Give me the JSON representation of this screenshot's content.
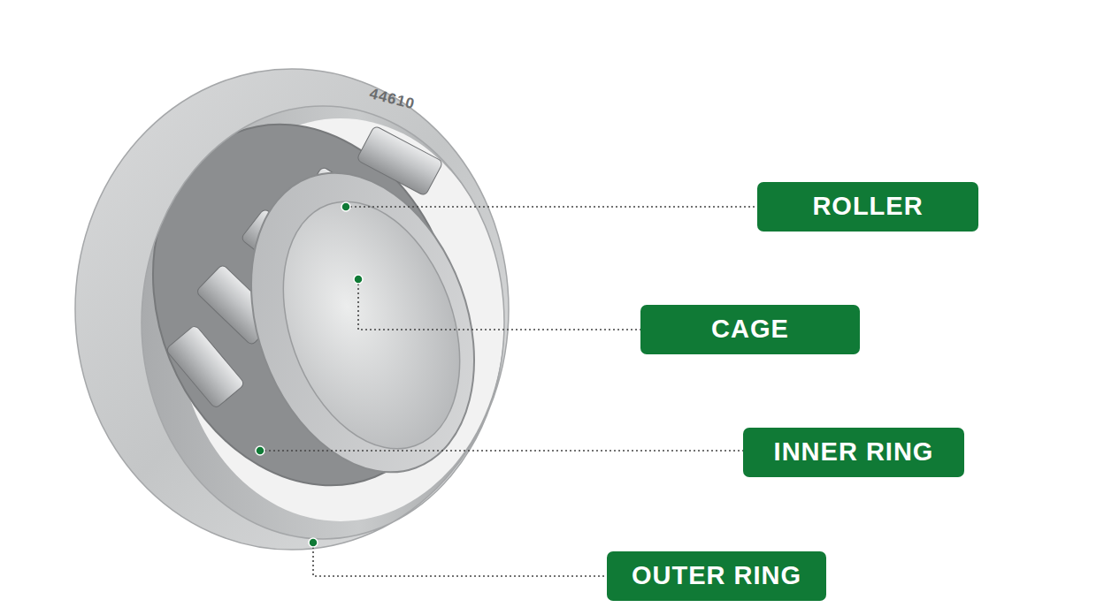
{
  "diagram": {
    "nodes": [
      {
        "text": [
          "ROLLER"
        ]
      },
      {
        "text": [
          "CAGE"
        ]
      },
      {
        "text": [
          "INNER RING"
        ]
      },
      {
        "text": [
          "OUTER RING"
        ]
      }
    ],
    "labels": [
      "44610"
    ]
  }
}
